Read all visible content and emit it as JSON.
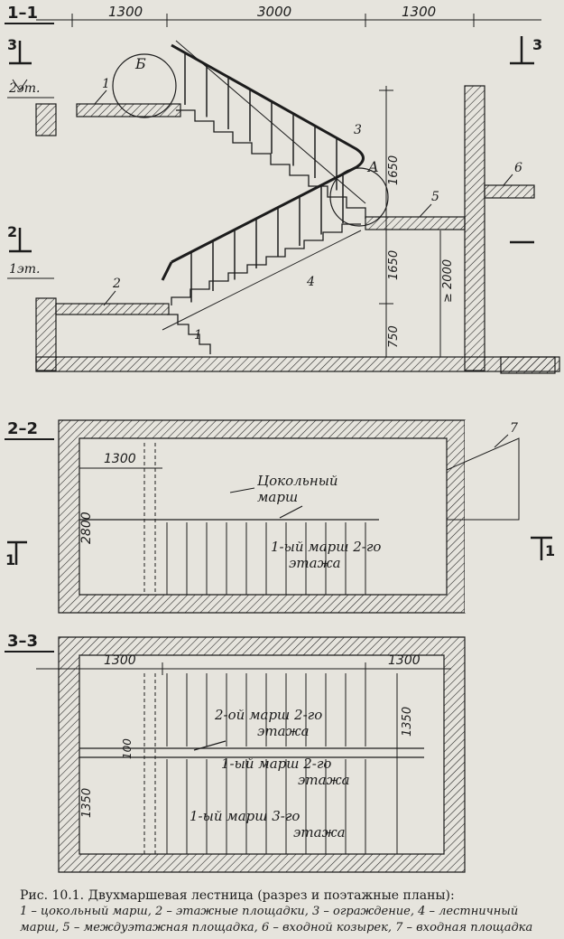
{
  "sections": {
    "s11": "1–1",
    "s22": "2–2",
    "s33": "3–3"
  },
  "dims": {
    "top_left": "1300",
    "top_mid": "3000",
    "top_right": "1300",
    "h_1650_upper": "1650",
    "h_1650_lower": "1650",
    "h_2000": "≥ 2000",
    "h_750": "750",
    "plan2_w": "1300",
    "plan2_h": "2800",
    "plan3_w1": "1300",
    "plan3_w2": "1300",
    "plan3_h1": "1350",
    "plan3_h2": "100",
    "plan3_h3": "1350"
  },
  "levels": {
    "floor2": "2эт.",
    "floor1": "1эт."
  },
  "markers": {
    "cut3": "3",
    "cut2": "2",
    "cut1": "1",
    "detail_b": "Б",
    "detail_a": "A"
  },
  "callouts": {
    "n1a": "1",
    "n1b": "1",
    "n2": "2",
    "n3": "3",
    "n4": "4",
    "n5": "5",
    "n6": "6",
    "n7": "7"
  },
  "plan_labels": {
    "basement": "Цокольный\nмарш",
    "first_march_2": "1-ый марш 2-го\nэтажа",
    "second_march_2": "2-ой марш 2-го\nэтажа",
    "first_march_2b": "1-ый марш 2-го\nэтажа",
    "first_march_3": "1-ый марш 3-го\nэтажа"
  },
  "caption": {
    "title": "Рис. 10.1. Двухмаршевая лестница (разрез и поэтажные планы):",
    "legend": "1 – цокольный марш, 2 – этажные площадки, 3 – ограждение, 4 – лестничный марш, 5 – междуэтажная площадка, 6 – входной козырек, 7 – входная площадка"
  },
  "colors": {
    "paper": "#e6e4dd",
    "ink": "#1c1c1c"
  }
}
